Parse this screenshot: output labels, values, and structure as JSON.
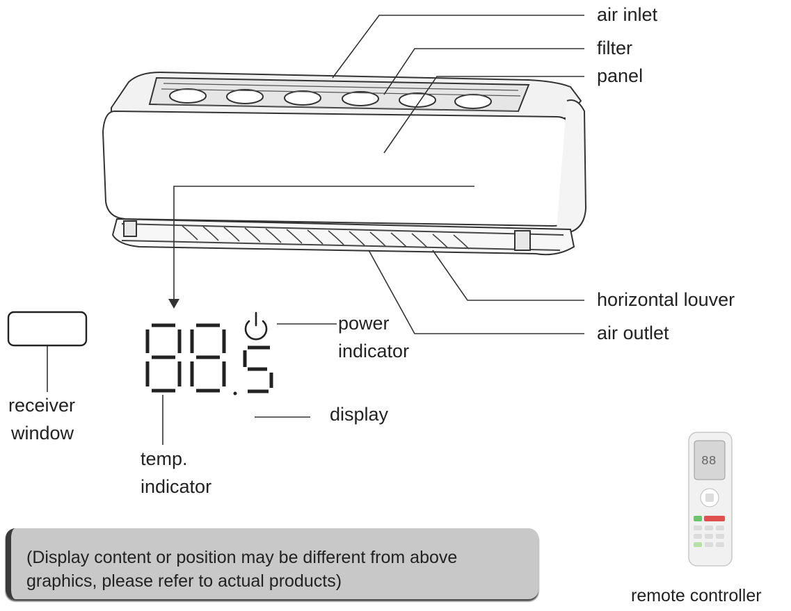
{
  "labels": {
    "air_inlet": "air inlet",
    "filter": "filter",
    "panel": "panel",
    "horizontal_louver": "horizontal louver",
    "air_outlet": "air outlet",
    "power_indicator_l1": "power",
    "power_indicator_l2": "indicator",
    "display": "display",
    "receiver_window_l1": "receiver",
    "receiver_window_l2": "window",
    "temp_indicator_l1": "temp.",
    "temp_indicator_l2": "indicator",
    "remote_controller": "remote controller"
  },
  "display_readout": "88.5",
  "note": {
    "line1": "(Display content or position may be different from above",
    "line2": "graphics, please refer to actual products)"
  },
  "icons": {
    "power": "power-symbol-icon"
  },
  "colors": {
    "line": "#333333",
    "note_bg": "#c8c8c8",
    "remote_red": "#e05050",
    "remote_green": "#6cc46c"
  }
}
